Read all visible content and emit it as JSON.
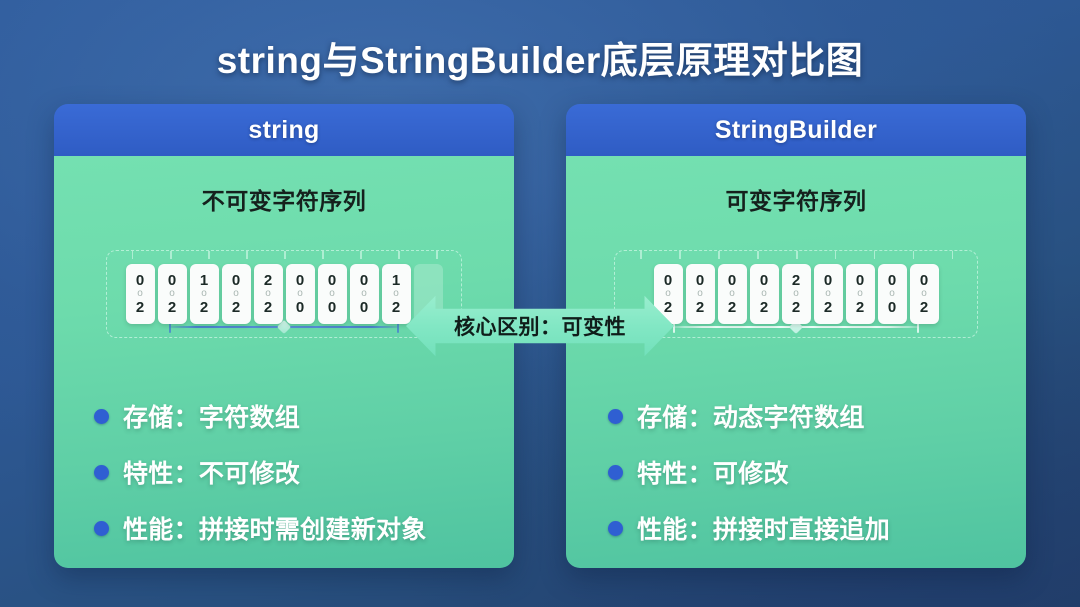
{
  "title": "string与StringBuilder底层原理对比图",
  "theme": {
    "background_blue": "#2d5894",
    "panel_header_blue": "#3464cc",
    "panel_body_green": "#6fdcac",
    "bullet_dot_blue": "#2f5fd2",
    "arrow_mint": "#82e7c4",
    "title_text": "#ffffff"
  },
  "center_arrow": {
    "label": "核心区别：可变性",
    "icon": "double-arrow-icon"
  },
  "panels": [
    {
      "id": "string",
      "header": "string",
      "subtitle": "不可变字符序列",
      "array": {
        "cells": [
          {
            "g1": "0",
            "g2": "o",
            "g3": "2"
          },
          {
            "g1": "0",
            "g2": "o",
            "g3": "2"
          },
          {
            "g1": "1",
            "g2": "o",
            "g3": "2"
          },
          {
            "g1": "0",
            "g2": "o",
            "g3": "2"
          },
          {
            "g1": "2",
            "g2": "o",
            "g3": "2"
          },
          {
            "g1": "0",
            "g2": "o",
            "g3": "0"
          },
          {
            "g1": "0",
            "g2": "o",
            "g3": "0"
          },
          {
            "g1": "0",
            "g2": "o",
            "g3": "0"
          },
          {
            "g1": "1",
            "g2": "o",
            "g3": "2"
          }
        ],
        "empty_cells": 1,
        "tick_count": 9,
        "baseline_style": "blue-line-with-diamond"
      },
      "bullets": [
        {
          "label": "存储：字符数组"
        },
        {
          "label": "特性：不可修改"
        },
        {
          "label": "性能：拼接时需创建新对象"
        }
      ]
    },
    {
      "id": "stringbuilder",
      "header": "StringBuilder",
      "subtitle": "可变字符序列",
      "array": {
        "cells": [
          {
            "g1": "0",
            "g2": "o",
            "g3": "2"
          },
          {
            "g1": "0",
            "g2": "o",
            "g3": "2"
          },
          {
            "g1": "0",
            "g2": "o",
            "g3": "2"
          },
          {
            "g1": "0",
            "g2": "o",
            "g3": "2"
          },
          {
            "g1": "2",
            "g2": "o",
            "g3": "2"
          },
          {
            "g1": "0",
            "g2": "o",
            "g3": "2"
          },
          {
            "g1": "0",
            "g2": "o",
            "g3": "2"
          },
          {
            "g1": "0",
            "g2": "o",
            "g3": "0"
          },
          {
            "g1": "0",
            "g2": "o",
            "g3": "2"
          }
        ],
        "empty_cells": 0,
        "tick_count": 9,
        "baseline_style": "white-line-with-diamond"
      },
      "bullets": [
        {
          "label": "存储：动态字符数组"
        },
        {
          "label": "特性：可修改"
        },
        {
          "label": "性能：拼接时直接追加"
        }
      ]
    }
  ]
}
